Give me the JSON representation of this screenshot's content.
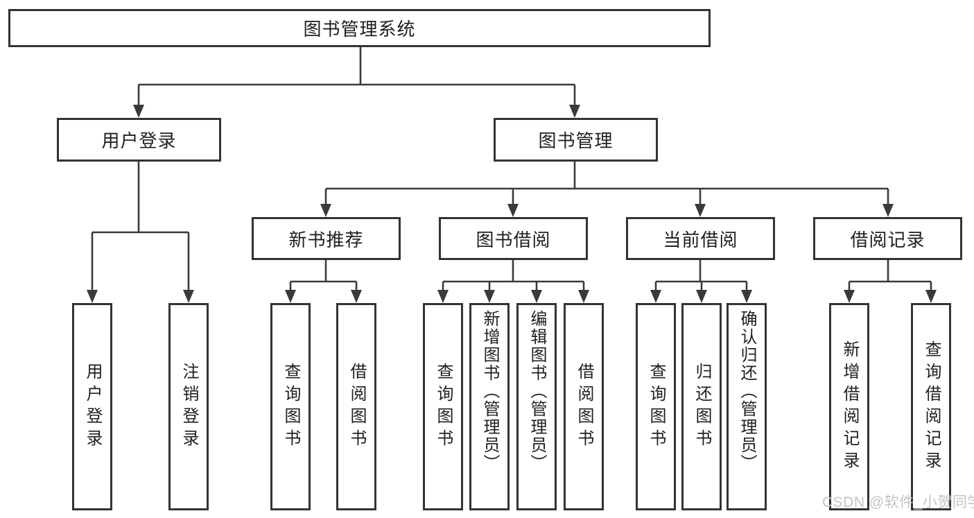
{
  "tree": {
    "label": "图书管理系统",
    "children": [
      {
        "label": "用户登录",
        "children": [
          {
            "label": "用户登录"
          },
          {
            "label": "注销登录"
          }
        ]
      },
      {
        "label": "图书管理",
        "children": [
          {
            "label": "新书推荐",
            "children": [
              {
                "label": "查询图书"
              },
              {
                "label": "借阅图书"
              }
            ]
          },
          {
            "label": "图书借阅",
            "children": [
              {
                "label": "查询图书"
              },
              {
                "label": "新增图书（管理员）"
              },
              {
                "label": "编辑图书（管理员）"
              },
              {
                "label": "借阅图书"
              }
            ]
          },
          {
            "label": "当前借阅",
            "children": [
              {
                "label": "查询图书"
              },
              {
                "label": "归还图书"
              },
              {
                "label": "确认归还（管理员）"
              }
            ]
          },
          {
            "label": "借阅记录",
            "children": [
              {
                "label": "新增借阅记录"
              },
              {
                "label": "查询借阅记录"
              }
            ]
          }
        ]
      }
    ]
  },
  "watermark": {
    "text": "CSDN @软件_小贺同学",
    "color": "#c3c4c8"
  },
  "colors": {
    "line": "#3a3a3a",
    "box_border": "#333333",
    "background": "#ffffff",
    "text": "#1f1f1f"
  }
}
